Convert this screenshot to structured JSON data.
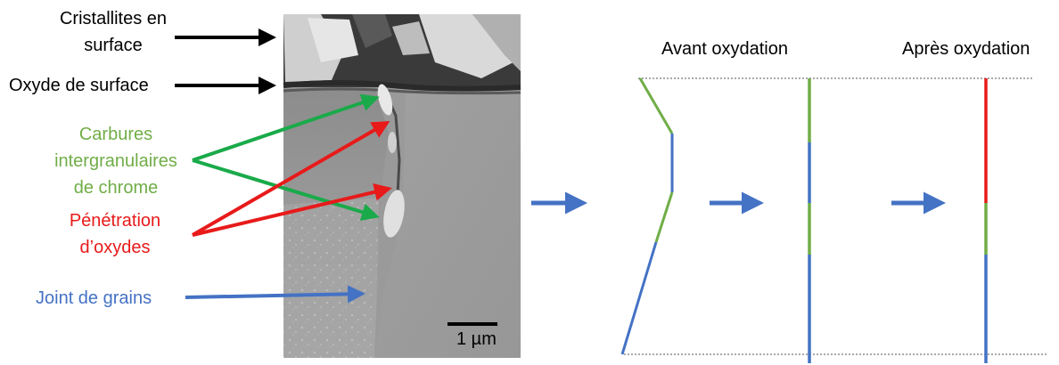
{
  "annotations": {
    "surface_crystallites": [
      "Cristallites en",
      "surface"
    ],
    "surface_oxide": "Oxyde de surface",
    "chromium_carbides": [
      "Carbures",
      "intergranulaires",
      "de chrome"
    ],
    "oxide_penetration": [
      "Pénétration",
      "d’oxydes"
    ],
    "grain_boundary": "Joint de grains"
  },
  "micrograph": {
    "scale_bar_label": "1 µm"
  },
  "schematic": {
    "before_title": "Avant oxydation",
    "after_title": "Après oxydation"
  },
  "colors": {
    "carbide_green": "#70ad47",
    "oxide_red": "#e81a1a",
    "grain_boundary_blue": "#4472c4",
    "arrow_green": "#1aaa4a",
    "arrow_red": "#e81a1a",
    "arrow_blue": "#4472c4",
    "arrow_black": "#000000"
  }
}
